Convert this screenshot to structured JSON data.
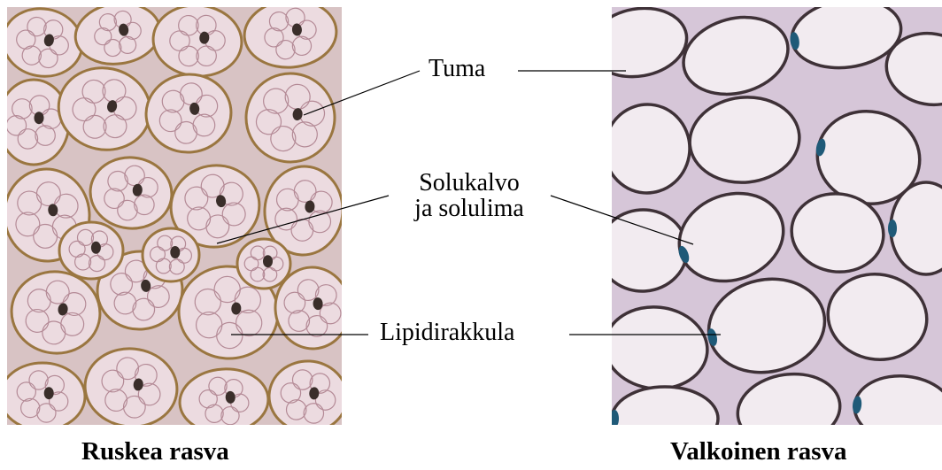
{
  "labels": {
    "nucleus": "Tuma",
    "membrane_line1": "Solukalvo",
    "membrane_line2": "ja solulima",
    "lipid_droplet": "Lipidirakkula"
  },
  "captions": {
    "left": "Ruskea rasva",
    "right": "Valkoinen rasva"
  },
  "colors": {
    "brown_bg": "#d8c3c4",
    "brown_cell_fill": "#ecdbe0",
    "brown_cell_edge": "#9a7640",
    "brown_nucleus": "#3a2e2a",
    "white_bg": "#d6c6d8",
    "white_cell_fill": "#f2ebf0",
    "white_cell_edge": "#3e3137",
    "white_nucleus": "#1f5a78",
    "leader_line": "#000000"
  }
}
